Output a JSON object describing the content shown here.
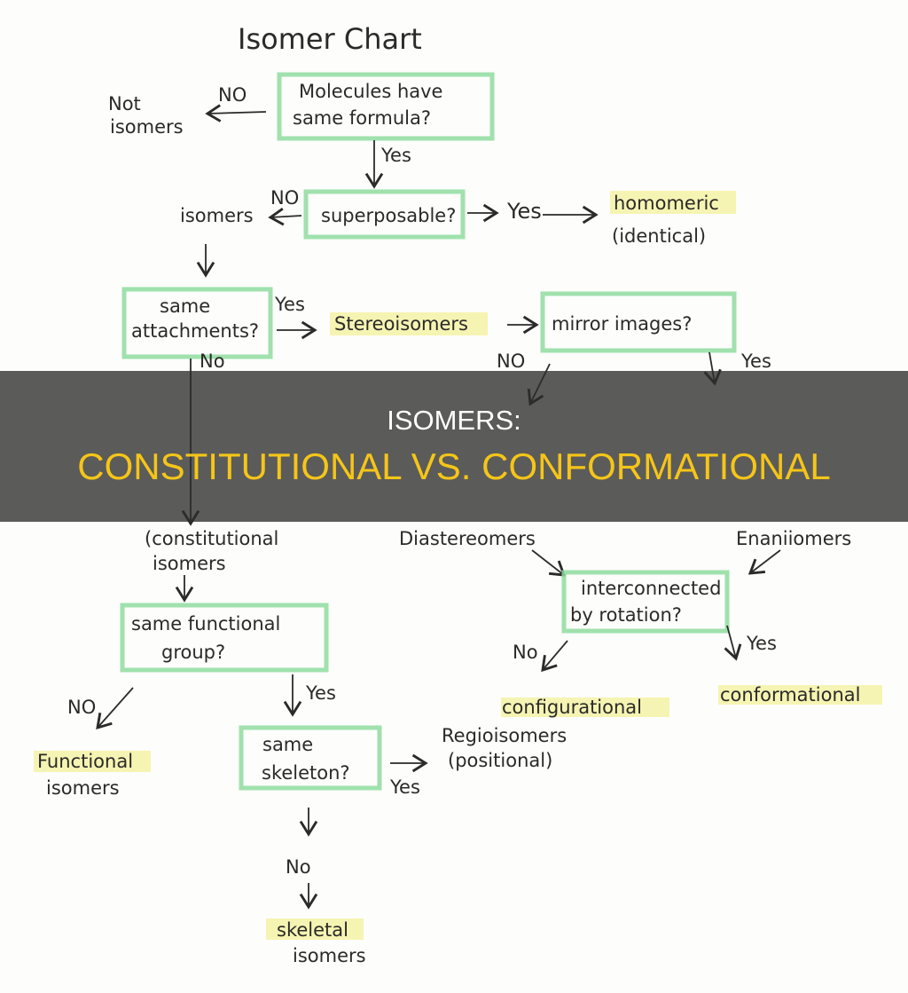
{
  "diagram": {
    "title": "Isomer Chart",
    "nodes": {
      "q_formula": [
        "Molecules have",
        "same formula?"
      ],
      "not_isomers": [
        "Not",
        "isomers"
      ],
      "q_superposable": "superposable?",
      "isomers": "isomers",
      "homomeric": [
        "homomeric",
        "(identical)"
      ],
      "q_attachments": [
        "same",
        "attachments?"
      ],
      "stereoisomers": "Stereoisomers",
      "q_mirror": "mirror images?",
      "constitutional": [
        "(constitutional",
        "isomers"
      ],
      "diastereomers": "Diastereomers",
      "enantiomers": "Enaniiomers",
      "q_rotation": [
        "interconnected",
        "by rotation?"
      ],
      "q_functional": [
        "same functional",
        "group?"
      ],
      "functional_isomers": [
        "Functional",
        "isomers"
      ],
      "q_skeleton": [
        "same",
        "skeleton?"
      ],
      "regioisomers": [
        "Regioisomers",
        "(positional)"
      ],
      "skeletal_isomers": [
        "skeletal",
        "isomers"
      ],
      "configurational": "configurational",
      "conformational": "conformational"
    },
    "edge_labels": {
      "no": "NO",
      "no2": "No",
      "yes": "Yes"
    },
    "colors": {
      "box": "#8fdc9f",
      "highlight": "#f4f1a0"
    }
  },
  "banner": {
    "title": "ISOMERS:",
    "subtitle": "CONSTITUTIONAL VS. CONFORMATIONAL",
    "title_color": "#ffffff",
    "subtitle_color": "#f5c518"
  }
}
